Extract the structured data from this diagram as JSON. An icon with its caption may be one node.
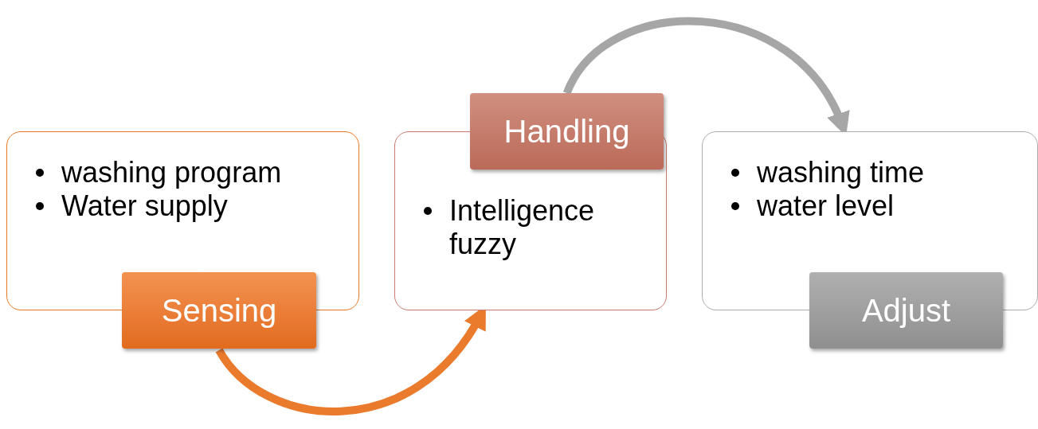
{
  "diagram": {
    "nodes": [
      {
        "text": [
          "washing program",
          "Water supply"
        ]
      },
      {
        "text": [
          "Sensing"
        ]
      },
      {
        "text": [
          "Intelligence fuzzy"
        ]
      },
      {
        "text": [
          "Handling"
        ]
      },
      {
        "text": [
          "washing time",
          "water level"
        ]
      },
      {
        "text": [
          "Adjust"
        ]
      }
    ],
    "edges": [
      {
        "from": 1,
        "to": 2,
        "arrow": "to",
        "color": "#ea7a2c"
      },
      {
        "from": 3,
        "to": 4,
        "arrow": "to",
        "color": "#a6a6a6"
      }
    ]
  }
}
